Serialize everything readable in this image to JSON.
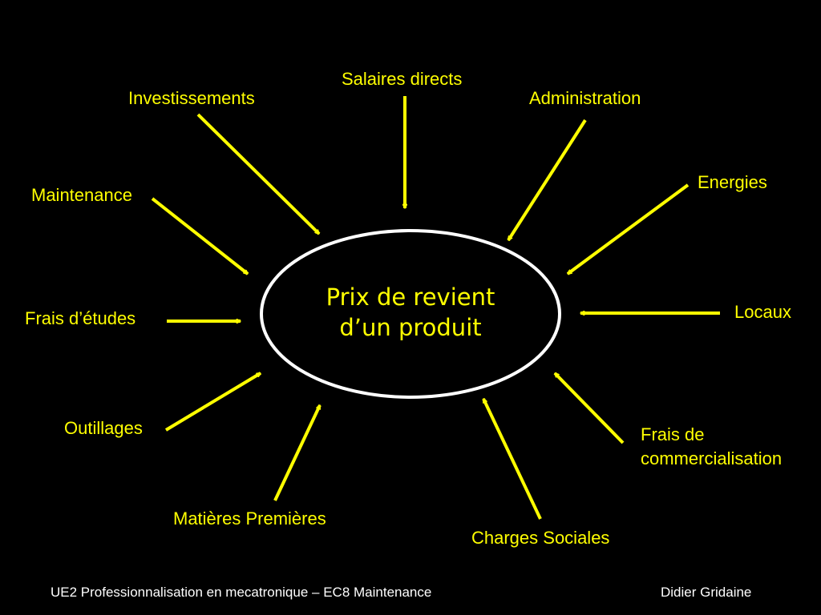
{
  "center_title": [
    "Prix de revient",
    "d’un produit"
  ],
  "inputs": [
    "Salaires directs",
    "Investissements",
    "Administration",
    "Energies",
    "Maintenance",
    "Frais d’études",
    "Locaux",
    "Outillages",
    "Frais de",
    "commercialisation",
    "Matières Premières",
    "Charges Sociales"
  ],
  "footer": {
    "left": "UE2 Professionnalisation en mecatronique – EC8 Maintenance",
    "right": "Didier Gridaine"
  },
  "colors": {
    "arrow": "#ffff00",
    "text": "#ffff00",
    "ellipse": "#ffffff",
    "background": "#000000"
  }
}
